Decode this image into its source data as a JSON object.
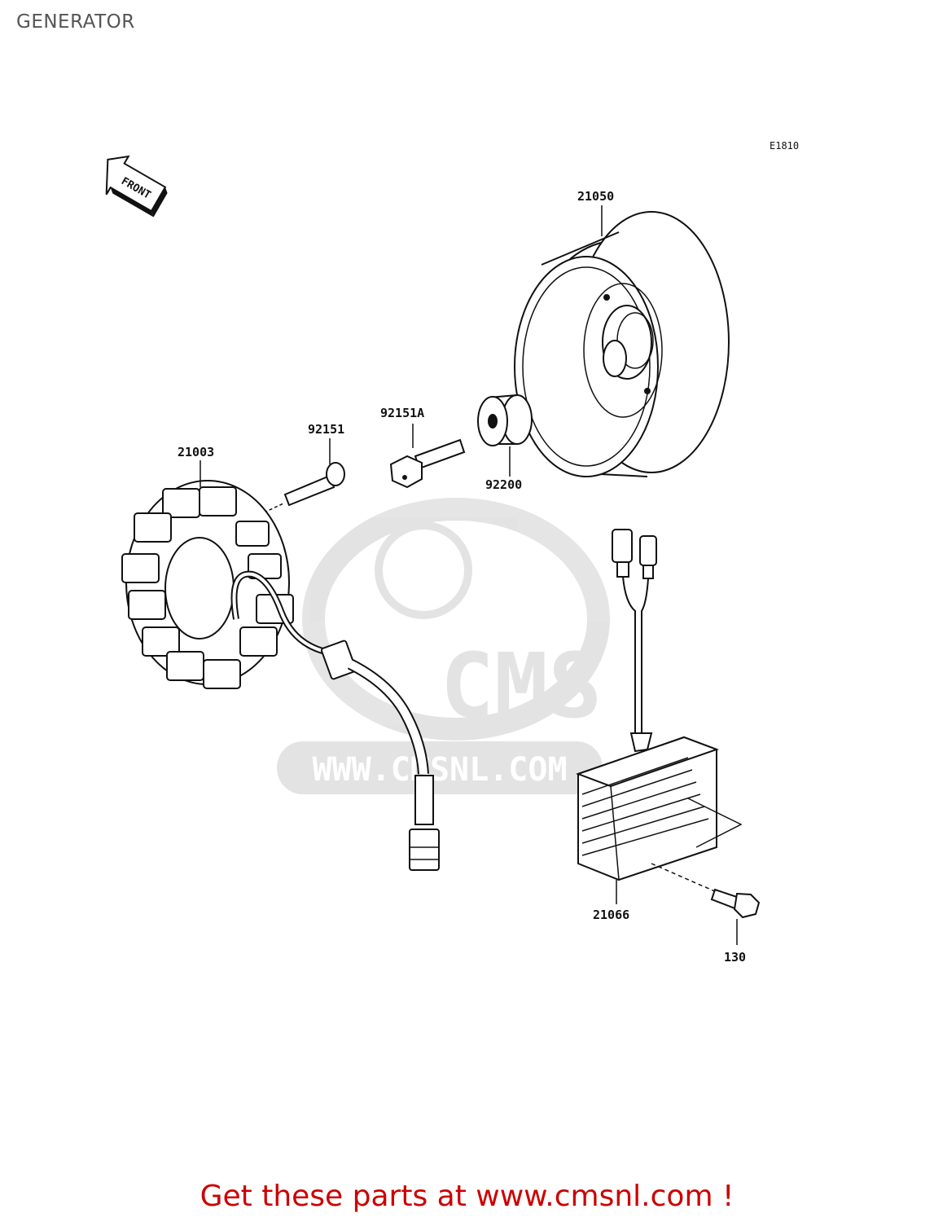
{
  "page": {
    "title": "GENERATOR"
  },
  "diagram": {
    "code": "E1810",
    "front_label": "FRONT",
    "parts": {
      "flywheel": "21050",
      "stator": "21003",
      "bolt": "92151",
      "bolt_a": "92151A",
      "collar": "92200",
      "regulator": "21066",
      "regulator_bolt": "130"
    },
    "watermark": {
      "brand": "CMS",
      "url": "WWW.CMSNL.COM"
    }
  },
  "footer": {
    "cta": "Get these parts at www.cmsnl.com !"
  }
}
